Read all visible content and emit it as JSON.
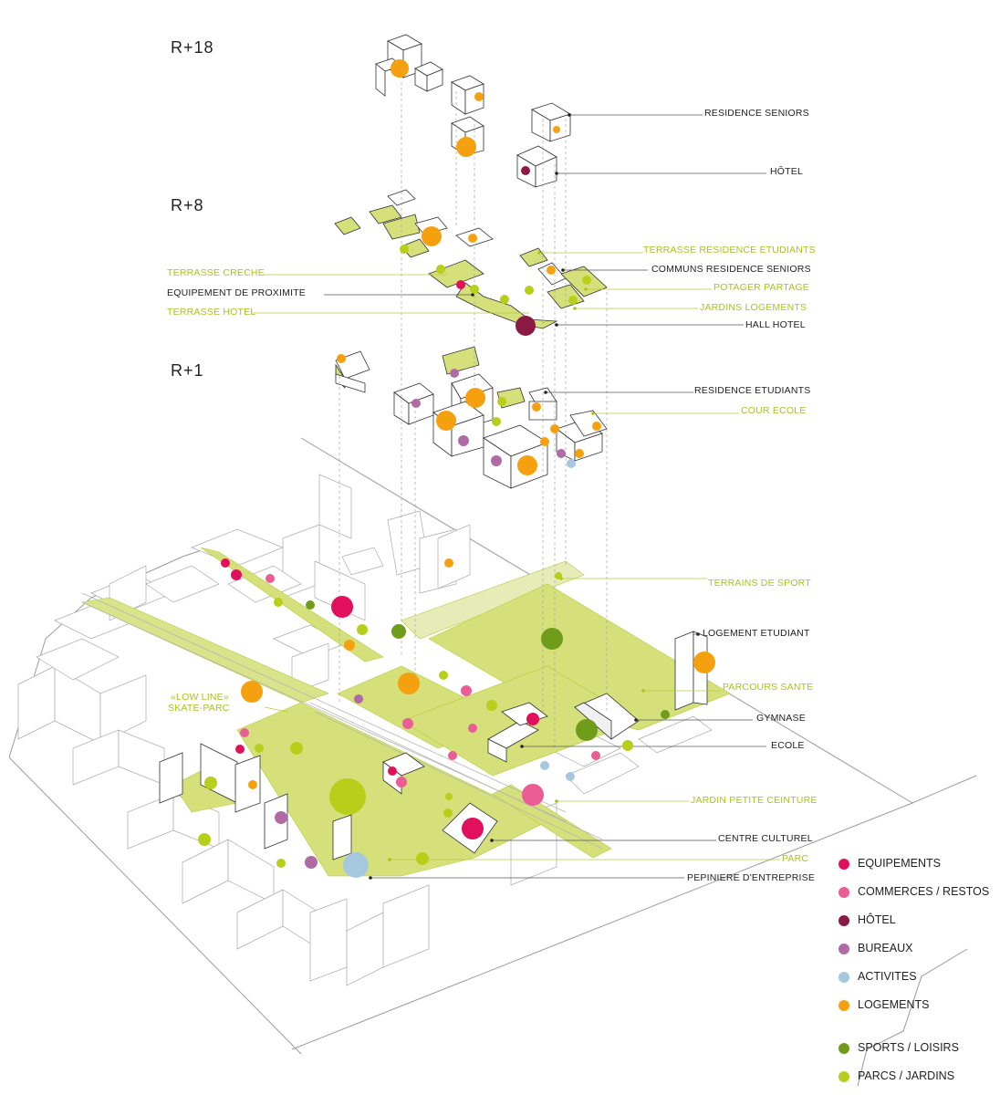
{
  "levels": {
    "r18": "R+18",
    "r8": "R+8",
    "r1": "R+1"
  },
  "colors": {
    "equipements": "#e2105c",
    "commerces": "#ea5d95",
    "hotel": "#8b1a44",
    "bureaux": "#b06aa6",
    "activites": "#a6c8de",
    "logements": "#f5a00f",
    "sports": "#6f9c1a",
    "parcs": "#b7cf1a",
    "green_fill": "#d5e07a",
    "green_line": "#b5cc3a",
    "line": "#777777"
  },
  "labels": {
    "residence_seniors": "RESIDENCE SENIORS",
    "hotel": "HÔTEL",
    "terrasse_residence_etudiants": "TERRASSE RESIDENCE ETUDIANTS",
    "communs_residence_seniors": "COMMUNS RESIDENCE SENIORS",
    "terrasse_creche": "TERRASSE CRECHE",
    "equipement_proximite": "EQUIPEMENT DE PROXIMITE",
    "potager_partage": "POTAGER PARTAGE",
    "jardins_logements": "JARDINS LOGEMENTS",
    "terrasse_hotel": "TERRASSE HOTEL",
    "hall_hotel": "HALL HOTEL",
    "residence_etudiants": "RESIDENCE ETUDIANTS",
    "cour_ecole": "COUR ECOLE",
    "terrains_sport": "TERRAINS DE SPORT",
    "logement_etudiant": "LOGEMENT ETUDIANT",
    "parcours_sante": "PARCOURS SANTE",
    "low_line_1": "«LOW LINE»",
    "low_line_2": "SKATE-PARC",
    "gymnase": "GYMNASE",
    "ecole": "ECOLE",
    "jardin_petite_ceinture": "JARDIN PETITE CEINTURE",
    "centre_culturel": "CENTRE CULTUREL",
    "parc": "PARC",
    "pepiniere": "PEPINIERE D'ENTREPRISE"
  },
  "legend": [
    {
      "label": "EQUIPEMENTS",
      "color": "#e2105c"
    },
    {
      "label": "COMMERCES / RESTOS",
      "color": "#ea5d95"
    },
    {
      "label": "HÔTEL",
      "color": "#8b1a44"
    },
    {
      "label": "BUREAUX",
      "color": "#b06aa6"
    },
    {
      "label": "ACTIVITES",
      "color": "#a6c8de"
    },
    {
      "label": "LOGEMENTS",
      "color": "#f5a00f"
    },
    {
      "label": "SPORTS / LOISIRS",
      "color": "#6f9c1a",
      "gap_before": true
    },
    {
      "label": "PARCS / JARDINS",
      "color": "#b7cf1a"
    }
  ]
}
